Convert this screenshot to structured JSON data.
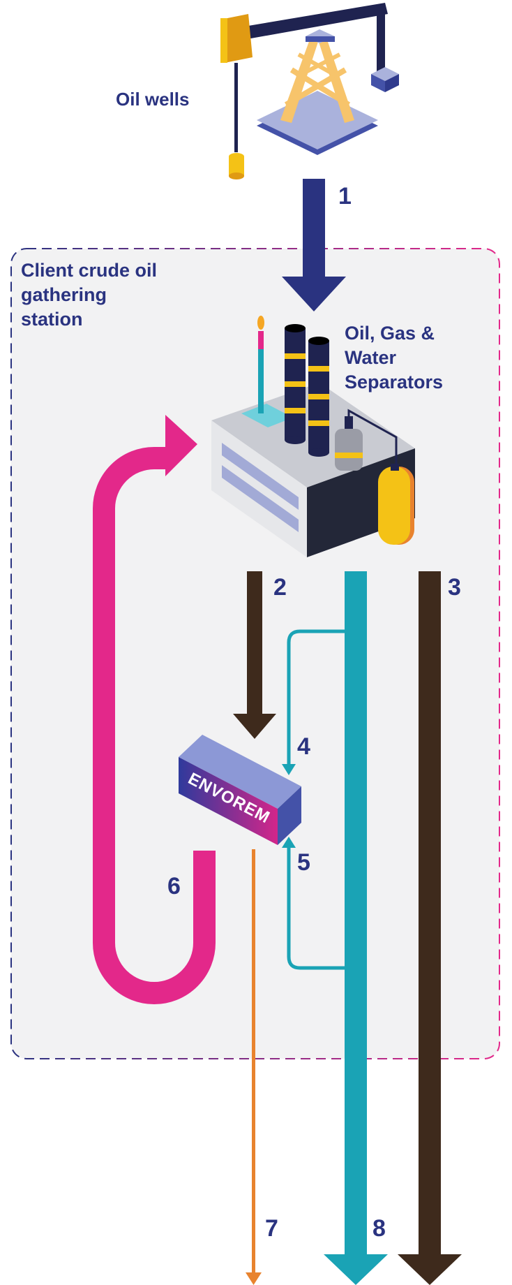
{
  "labels": {
    "oil_wells": "Oil wells",
    "station": "Client crude oil\ngathering\nstation",
    "separators": "Oil, Gas &\nWater\nSeparators",
    "unit_brand": "ENVOREM"
  },
  "flow_numbers": [
    "1",
    "2",
    "3",
    "4",
    "5",
    "6",
    "7",
    "8"
  ],
  "colors": {
    "navy": "#2a3380",
    "brown": "#3e2a1c",
    "teal": "#1aa3b5",
    "magenta": "#e3288a",
    "orange": "#e8832e",
    "station_bg": "#f2f2f3",
    "derrick": "#f7c46b"
  }
}
